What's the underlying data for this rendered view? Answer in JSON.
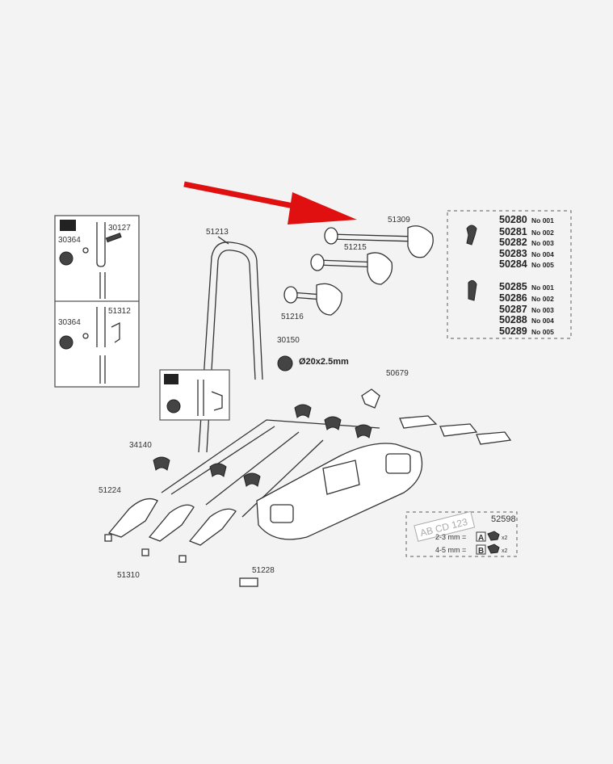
{
  "diagram": {
    "labels": {
      "crossbar": "51213",
      "arm_long": "51309",
      "arm_mid": "51215",
      "arm_short": "51216",
      "knob": "30150",
      "tube_spec": "Ø20x2.5mm",
      "lamp_holder": "50679",
      "strap": "34140",
      "wheel_holder": "51224",
      "end_cap": "51310",
      "pad": "51228",
      "plate_kit": "52598"
    },
    "left_box": {
      "top_bolt": "30127",
      "top_knob": "30364",
      "bottom_bracket": "51312",
      "bottom_knob": "30364"
    },
    "plate_box": {
      "plate_text": "AB CD 123",
      "row_a": "2-3 mm =",
      "badge_a": "A",
      "qty_a": "x2",
      "row_b": "4-5 mm =",
      "badge_b": "B",
      "qty_b": "x2"
    },
    "keys": {
      "group1": [
        {
          "part": "50280",
          "no": "No 001"
        },
        {
          "part": "50281",
          "no": "No 002"
        },
        {
          "part": "50282",
          "no": "No 003"
        },
        {
          "part": "50283",
          "no": "No 004"
        },
        {
          "part": "50284",
          "no": "No 005"
        }
      ],
      "group2": [
        {
          "part": "50285",
          "no": "No 001"
        },
        {
          "part": "50286",
          "no": "No 002"
        },
        {
          "part": "50287",
          "no": "No 003"
        },
        {
          "part": "50288",
          "no": "No 004"
        },
        {
          "part": "50289",
          "no": "No 005"
        }
      ]
    },
    "colors": {
      "arrow": "#e01010",
      "background": "#f3f3f3"
    }
  }
}
